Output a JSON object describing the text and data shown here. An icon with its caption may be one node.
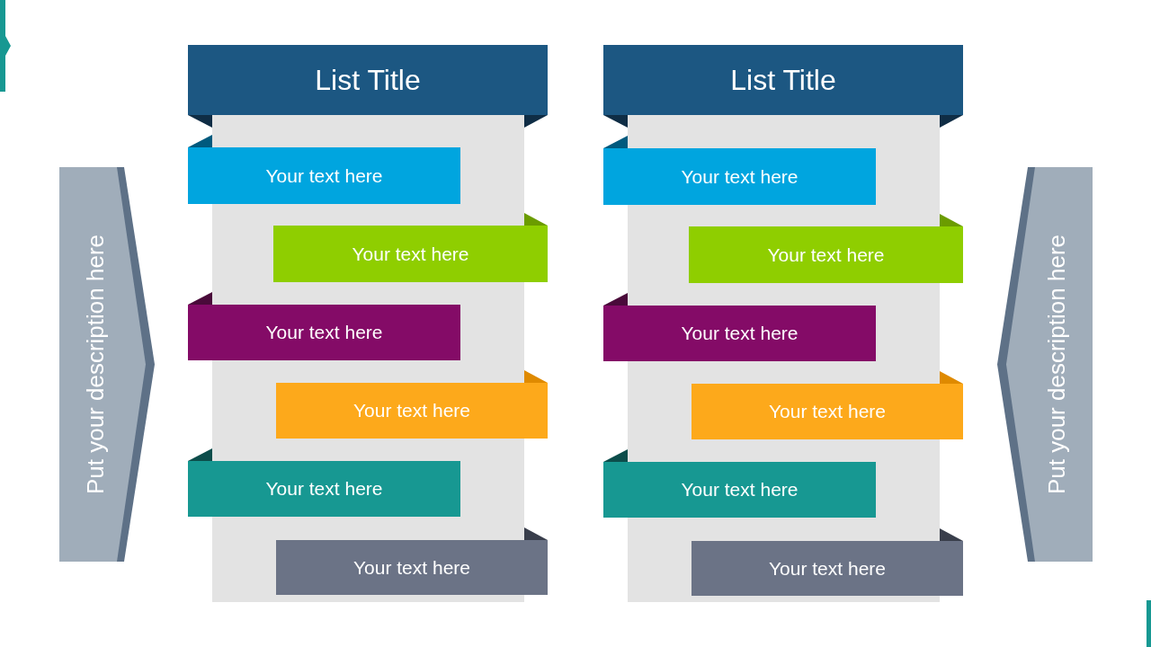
{
  "diagram": {
    "nodes": [
      {
        "text": [
          "Put your description here"
        ]
      },
      {
        "text": [
          "List Title"
        ]
      },
      {
        "text": [
          "Your text here"
        ]
      },
      {
        "text": [
          "Your text here"
        ]
      },
      {
        "text": [
          "Your text here"
        ]
      },
      {
        "text": [
          "Your text here"
        ]
      },
      {
        "text": [
          "Your text here"
        ]
      },
      {
        "text": [
          "Your text here"
        ]
      },
      {
        "text": [
          "List Title"
        ]
      },
      {
        "text": [
          "Your text here"
        ]
      },
      {
        "text": [
          "Your text here"
        ]
      },
      {
        "text": [
          "Your text here"
        ]
      },
      {
        "text": [
          "Your text here"
        ]
      },
      {
        "text": [
          "Your text here"
        ]
      },
      {
        "text": [
          "Your text here"
        ]
      },
      {
        "text": [
          "Put your description here"
        ]
      }
    ]
  }
}
